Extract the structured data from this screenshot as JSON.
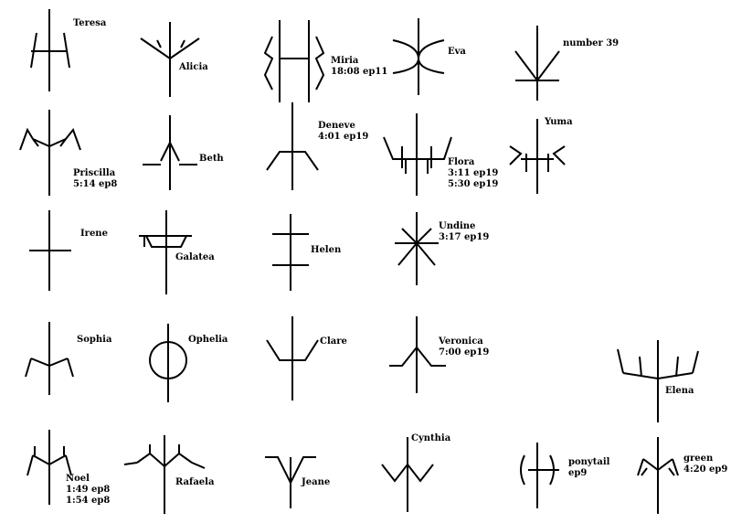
{
  "symbols": [
    {
      "id": "teresa",
      "label": "Teresa"
    },
    {
      "id": "alicia",
      "label": "Alicia"
    },
    {
      "id": "miria",
      "label": "Miria",
      "time": "18:08 ep11"
    },
    {
      "id": "eva",
      "label": "Eva"
    },
    {
      "id": "number39",
      "label": "number 39"
    },
    {
      "id": "priscilla",
      "label": "Priscilla",
      "time": "5:14 ep8"
    },
    {
      "id": "beth",
      "label": "Beth"
    },
    {
      "id": "deneve",
      "label": "Deneve",
      "time": "4:01 ep19"
    },
    {
      "id": "flora",
      "label": "Flora",
      "time": "3:11 ep19",
      "time2": "5:30 ep19"
    },
    {
      "id": "yuma",
      "label": "Yuma"
    },
    {
      "id": "irene",
      "label": "Irene"
    },
    {
      "id": "galatea",
      "label": "Galatea"
    },
    {
      "id": "helen",
      "label": "Helen"
    },
    {
      "id": "undine",
      "label": "Undine",
      "time": "3:17 ep19"
    },
    {
      "id": "sophia",
      "label": "Sophia"
    },
    {
      "id": "ophelia",
      "label": "Ophelia"
    },
    {
      "id": "clare",
      "label": "Clare"
    },
    {
      "id": "veronica",
      "label": "Veronica",
      "time": "7:00 ep19"
    },
    {
      "id": "elena",
      "label": "Elena"
    },
    {
      "id": "noel",
      "label": "Noel",
      "time": "1:49 ep8",
      "time2": "1:54 ep8"
    },
    {
      "id": "rafaela",
      "label": "Rafaela"
    },
    {
      "id": "jeane",
      "label": "Jeane"
    },
    {
      "id": "cynthia",
      "label": "Cynthia"
    },
    {
      "id": "ponytail",
      "label": "ponytail",
      "time": "ep9"
    },
    {
      "id": "green",
      "label": "green",
      "time": "4:20 ep9"
    }
  ]
}
